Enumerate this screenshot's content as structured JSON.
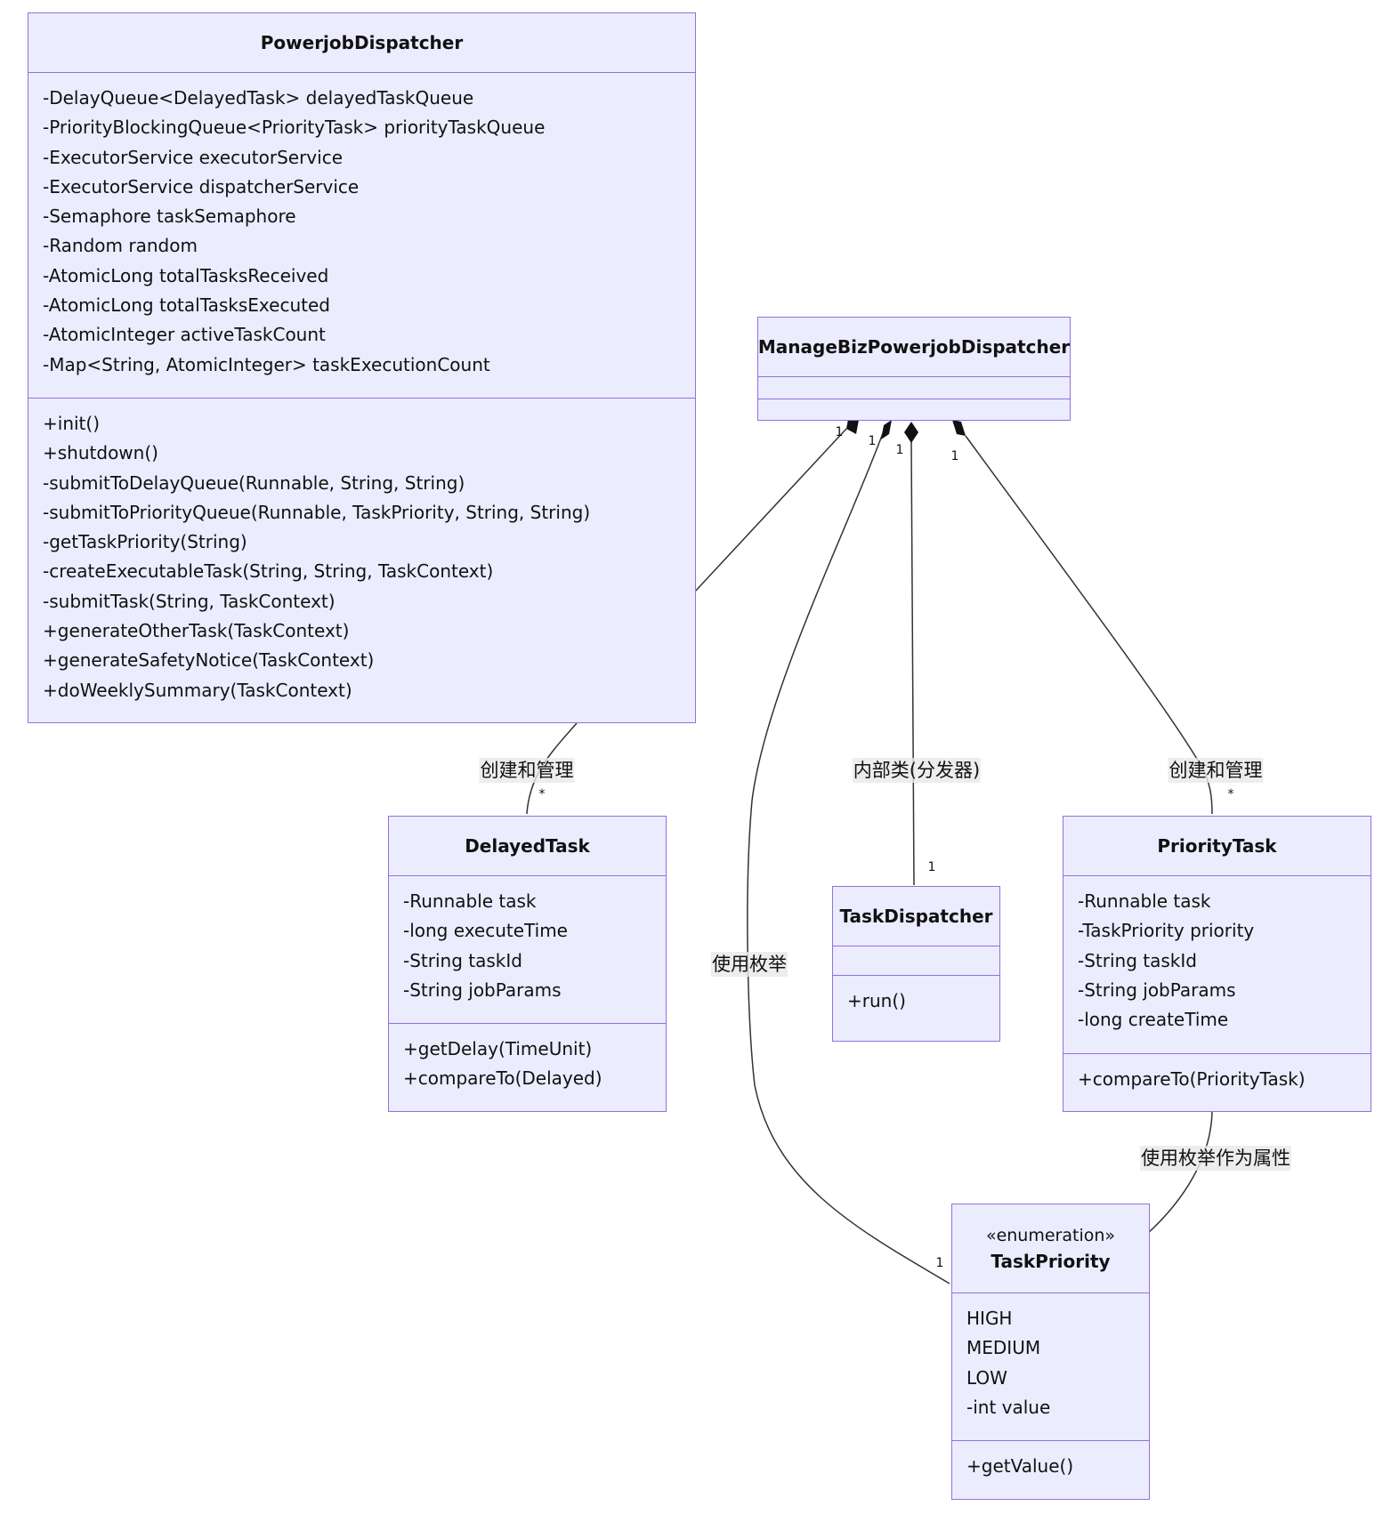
{
  "classes": {
    "powerjob": {
      "name": "PowerjobDispatcher",
      "attributes": [
        "-DelayQueue<DelayedTask> delayedTaskQueue",
        "-PriorityBlockingQueue<PriorityTask> priorityTaskQueue",
        "-ExecutorService executorService",
        "-ExecutorService dispatcherService",
        "-Semaphore taskSemaphore",
        "-Random random",
        "-AtomicLong totalTasksReceived",
        "-AtomicLong totalTasksExecuted",
        "-AtomicInteger activeTaskCount",
        "-Map<String, AtomicInteger> taskExecutionCount"
      ],
      "methods": [
        "+init()",
        "+shutdown()",
        "-submitToDelayQueue(Runnable, String, String)",
        "-submitToPriorityQueue(Runnable, TaskPriority, String, String)",
        "-getTaskPriority(String)",
        "-createExecutableTask(String, String, TaskContext)",
        "-submitTask(String, TaskContext)",
        "+generateOtherTask(TaskContext)",
        "+generateSafetyNotice(TaskContext)",
        "+doWeeklySummary(TaskContext)"
      ]
    },
    "manage": {
      "name": "ManageBizPowerjobDispatcher",
      "attributes": [],
      "methods": []
    },
    "delayed": {
      "name": "DelayedTask",
      "attributes": [
        "-Runnable task",
        "-long executeTime",
        "-String taskId",
        "-String jobParams"
      ],
      "methods": [
        "+getDelay(TimeUnit)",
        "+compareTo(Delayed)"
      ]
    },
    "dispatcher": {
      "name": "TaskDispatcher",
      "attributes": [],
      "methods": [
        "+run()"
      ]
    },
    "priority": {
      "name": "PriorityTask",
      "attributes": [
        "-Runnable task",
        "-TaskPriority priority",
        "-String taskId",
        "-String jobParams",
        "-long createTime"
      ],
      "methods": [
        "+compareTo(PriorityTask)"
      ]
    },
    "taskpriority": {
      "stereotype": "«enumeration»",
      "name": "TaskPriority",
      "attributes": [
        "HIGH",
        "MEDIUM",
        "LOW",
        "-int value"
      ],
      "methods": [
        "+getValue()"
      ]
    }
  },
  "relations": {
    "to_powerjob": {
      "mult_from": "1"
    },
    "to_enum": {
      "mult_from": "1",
      "label": "使用枚举",
      "mult_to": "1"
    },
    "to_dispatcher": {
      "mult_from": "1",
      "label": "内部类(分发器)",
      "mult_to": "1"
    },
    "to_priority": {
      "mult_from": "1",
      "label": "创建和管理",
      "mult_to": "*"
    },
    "powerjob_delayed": {
      "label": "创建和管理",
      "mult_to": "*"
    },
    "priority_enum": {
      "label": "使用枚举作为属性"
    }
  },
  "colors": {
    "node_fill": "#ececff",
    "node_border": "#9370db",
    "edge": "#333333",
    "label_bg": "#e8e8e8"
  }
}
